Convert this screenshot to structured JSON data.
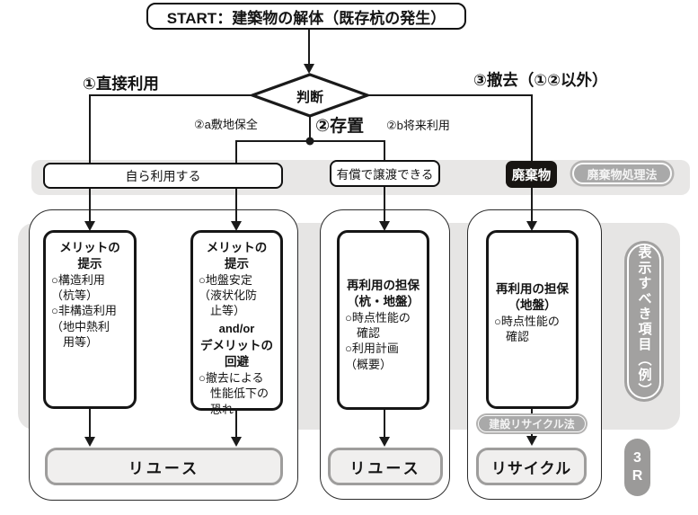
{
  "title": "START：建築物の解体（既存杭の発生）",
  "decision": "判断",
  "branches": {
    "direct_use": "①直接利用",
    "leave_in_place": "②存置",
    "site_preservation": "②a敷地保全",
    "future_use": "②b将来利用",
    "removal": "③撤去（①②以外）"
  },
  "band": {
    "self_use": "自ら利用する",
    "paid_transfer": "有償で譲渡できる",
    "waste": "廃棄物",
    "waste_law": "廃棄物処理法"
  },
  "boxes": {
    "merit1": {
      "heading": "メリットの\n提示",
      "body": "○構造利用\n（杭等）\n○非構造利用\n（地中熱利\n　用等）"
    },
    "merit2": {
      "heading": "メリットの\n提示",
      "body": "○地盤安定\n（液状化防\n　止等）",
      "connector": "and/or",
      "heading2": "デメリットの\n回避",
      "body2": "○撤去による\n　性能低下の\n　恐れ"
    },
    "guarantee_pile": {
      "heading": "再利用の担保\n（杭・地盤）",
      "body": "○時点性能の\n　確認\n○利用計画\n（概要）"
    },
    "guarantee_ground": {
      "heading": "再利用の担保\n（地盤）",
      "body": "○時点性能の\n　確認"
    }
  },
  "side": {
    "display_items": "表示すべき項目（例）",
    "three_r": "3\nR"
  },
  "bottom": {
    "reuse1": "リユース",
    "reuse2": "リユース",
    "recycle": "リサイクル",
    "recycle_law": "建設リサイクル法"
  },
  "colors": {
    "line": "#1a1a1a",
    "gray_panel": "#e6e5e4",
    "pill_gray": "#a2a1a0"
  }
}
